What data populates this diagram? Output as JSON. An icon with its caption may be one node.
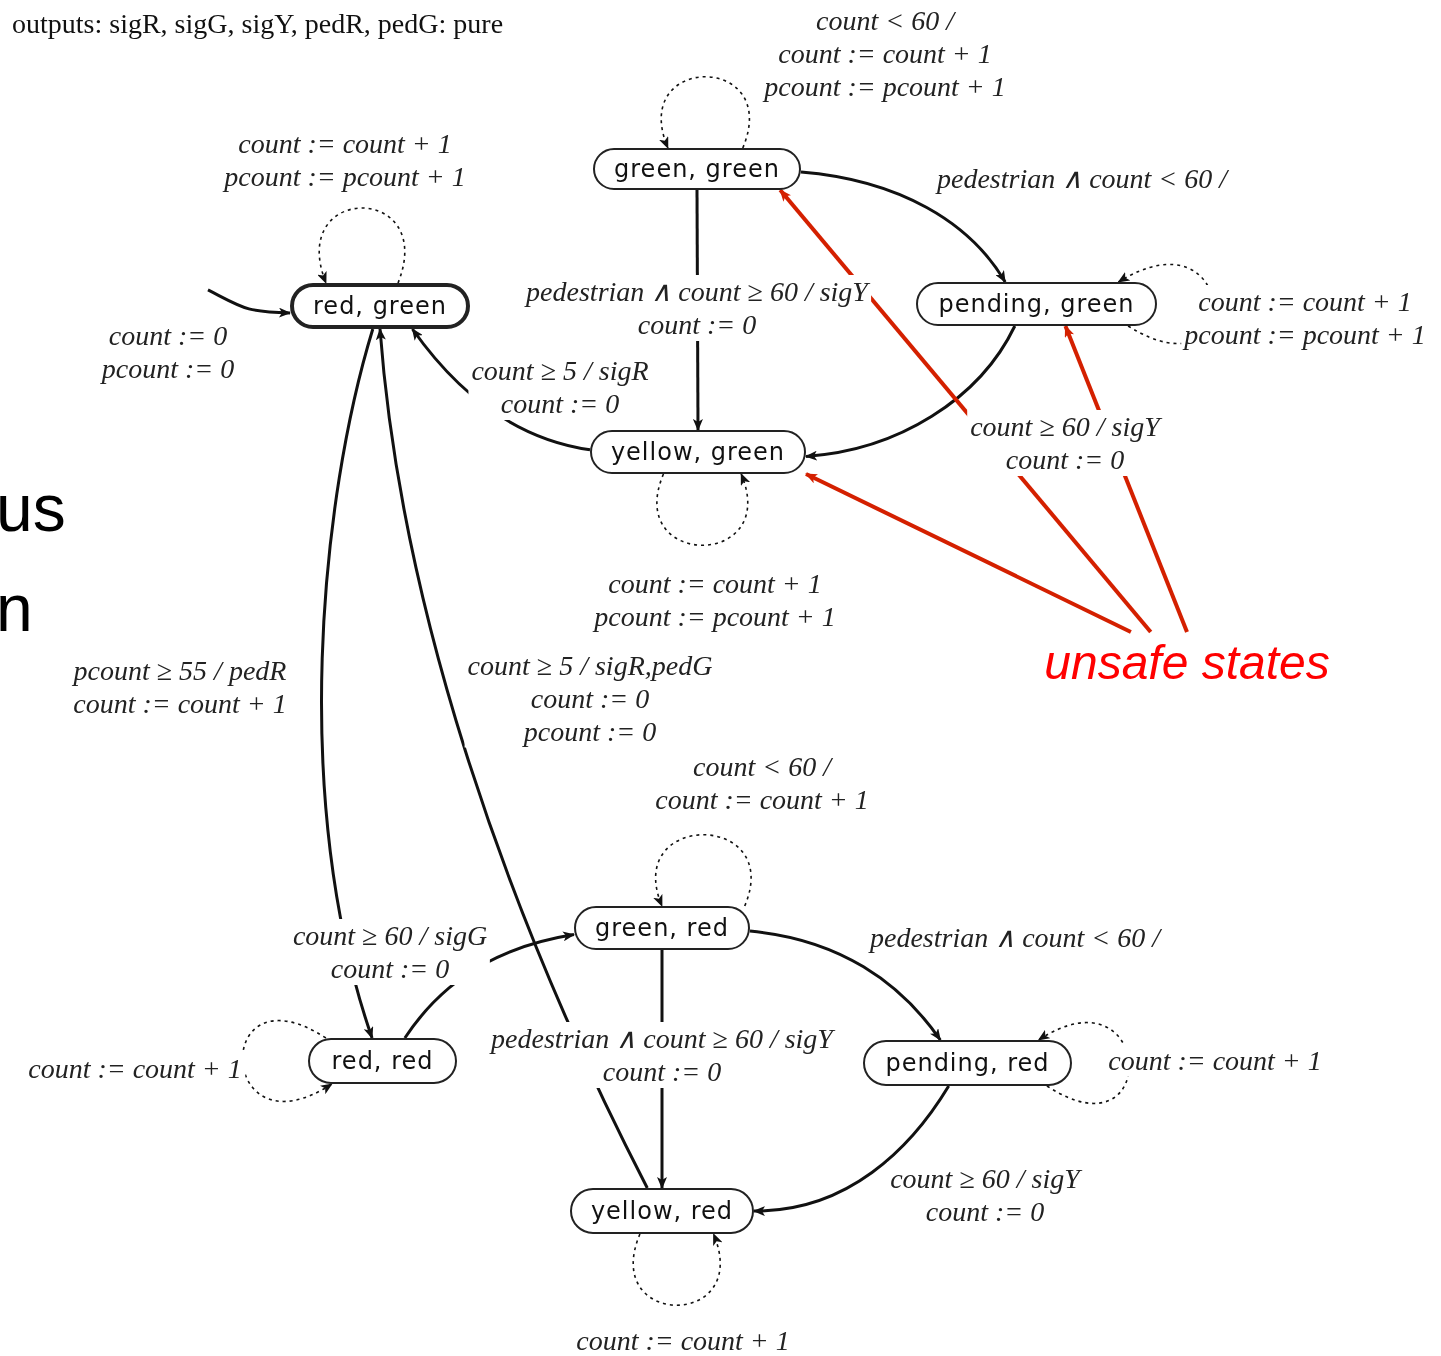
{
  "diagram": {
    "nodes": [
      {
        "text": [
          "red, green"
        ]
      },
      {
        "text": [
          "green, green"
        ]
      },
      {
        "text": [
          "pending, green"
        ]
      },
      {
        "text": [
          "yellow, green"
        ]
      },
      {
        "text": [
          "green, red"
        ]
      },
      {
        "text": [
          "red, red"
        ]
      },
      {
        "text": [
          "pending, red"
        ]
      },
      {
        "text": [
          "yellow, red"
        ]
      },
      {
        "text": [
          "unsafe states"
        ]
      }
    ],
    "edges": [
      {
        "from": null,
        "to": 0,
        "arrow": "to",
        "label": "count := 0 pcount := 0"
      },
      {
        "from": 0,
        "to": 0,
        "arrow": "to",
        "style": "dashed",
        "label": "count := count + 1 pcount := pcount + 1"
      },
      {
        "from": 1,
        "to": 1,
        "arrow": "to",
        "style": "dashed",
        "label": "count < 60 / count := count + 1 pcount := pcount + 1"
      },
      {
        "from": 1,
        "to": 2,
        "arrow": "to",
        "label": "pedestrian ∧ count < 60 /"
      },
      {
        "from": 1,
        "to": 3,
        "arrow": "to",
        "label": "pedestrian ∧ count ≥ 60 / sigY count := 0"
      },
      {
        "from": 2,
        "to": 2,
        "arrow": "to",
        "style": "dashed",
        "label": "count := count + 1 pcount := pcount + 1"
      },
      {
        "from": 2,
        "to": 3,
        "arrow": "to",
        "label": "count ≥ 60 / sigY count := 0"
      },
      {
        "from": 3,
        "to": 3,
        "arrow": "to",
        "style": "dashed",
        "label": "count := count + 1 pcount := pcount + 1"
      },
      {
        "from": 3,
        "to": 0,
        "arrow": "to",
        "label": "count ≥ 5 / sigR count := 0"
      },
      {
        "from": 0,
        "to": 5,
        "arrow": "to",
        "label": "pcount ≥ 55 / pedR count := count + 1"
      },
      {
        "from": 7,
        "to": 0,
        "arrow": "to",
        "label": "count ≥ 5 / sigR,pedG count := 0 pcount := 0"
      },
      {
        "from": 4,
        "to": 4,
        "arrow": "to",
        "style": "dashed",
        "label": "count < 60 / count := count + 1"
      },
      {
        "from": 4,
        "to": 6,
        "arrow": "to",
        "label": "pedestrian ∧ count < 60 /"
      },
      {
        "from": 4,
        "to": 7,
        "arrow": "to",
        "label": "pedestrian ∧ count ≥ 60 / sigY count := 0"
      },
      {
        "from": 5,
        "to": 5,
        "arrow": "to",
        "style": "dashed",
        "label": "count := count + 1"
      },
      {
        "from": 5,
        "to": 4,
        "arrow": "to",
        "label": "count ≥ 60 / sigG count := 0"
      },
      {
        "from": 6,
        "to": 6,
        "arrow": "to",
        "style": "dashed",
        "label": "count := count + 1"
      },
      {
        "from": 6,
        "to": 7,
        "arrow": "to",
        "label": "count ≥ 60 / sigY count := 0"
      },
      {
        "from": 7,
        "to": 7,
        "arrow": "to",
        "style": "dashed",
        "label": "count := count + 1"
      },
      {
        "from": 8,
        "to": 1,
        "arrow": "to",
        "color": "#d42000"
      },
      {
        "from": 8,
        "to": 2,
        "arrow": "to",
        "color": "#d42000"
      },
      {
        "from": 8,
        "to": 3,
        "arrow": "to",
        "color": "#d42000"
      }
    ],
    "labels": [
      "outputs: sigR, sigG, sigY, pedR, pedG: pure",
      "us",
      "n"
    ]
  }
}
